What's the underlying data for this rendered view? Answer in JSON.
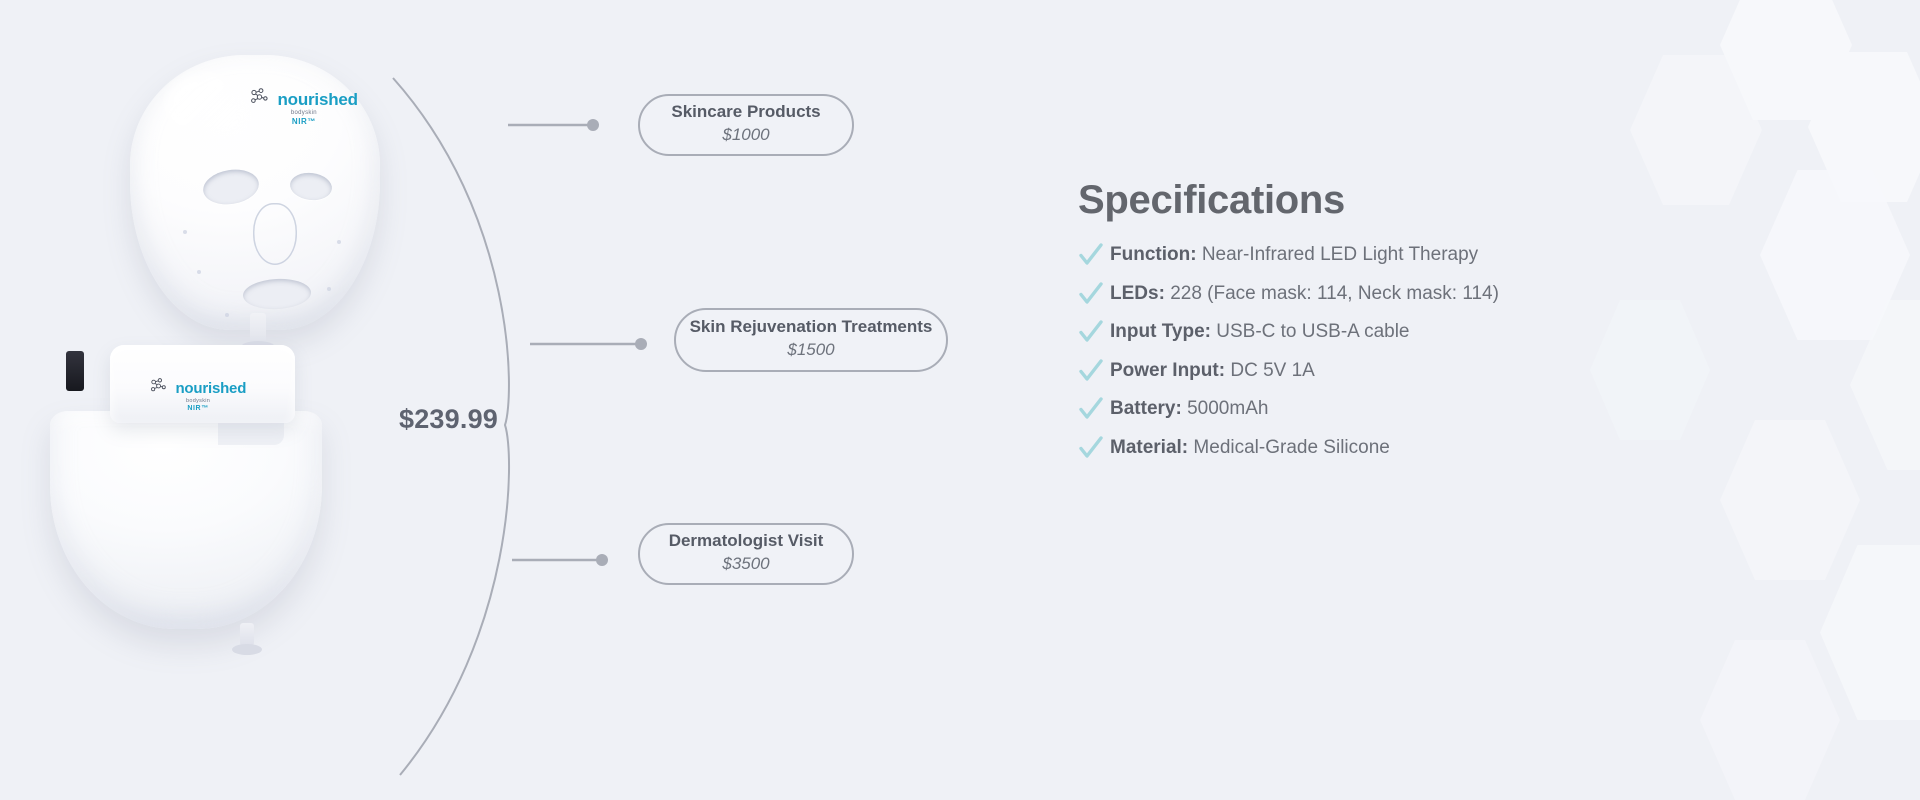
{
  "theme": {
    "background": "#eff1f6",
    "accent_check": "#a5d7de",
    "brand_blue": "#1a9ec4",
    "text_primary": "#5c606a",
    "text_secondary": "#6d717a",
    "pill_border": "#a9adb7",
    "connector": "#a9adb7"
  },
  "product": {
    "brand_word": "nourished",
    "brand_sub": "bodyskin",
    "brand_nir": "NIR™",
    "price": "$239.99",
    "items": [
      {
        "name": "face-mask",
        "alt": "White silicone LED face mask with black adjustable straps"
      },
      {
        "name": "neck-mask",
        "alt": "White silicone LED neck and chest mask"
      }
    ]
  },
  "comparison": {
    "price_label": "$239.99",
    "alternatives": [
      {
        "label": "Skincare Products",
        "price": "$1000"
      },
      {
        "label": "Skin Rejuvenation Treatments",
        "price": "$1500"
      },
      {
        "label": "Dermatologist Visit",
        "price": "$3500"
      }
    ]
  },
  "specifications": {
    "title": "Specifications",
    "items": [
      {
        "key": "Function:",
        "value": "Near-Infrared LED Light Therapy"
      },
      {
        "key": "LEDs:",
        "value": "228 (Face mask: 114, Neck mask: 114)"
      },
      {
        "key": "Input Type:",
        "value": "USB-C to USB-A cable"
      },
      {
        "key": "Power Input:",
        "value": "DC 5V 1A"
      },
      {
        "key": "Battery:",
        "value": "5000mAh"
      },
      {
        "key": "Material:",
        "value": "Medical-Grade Silicone"
      }
    ]
  }
}
